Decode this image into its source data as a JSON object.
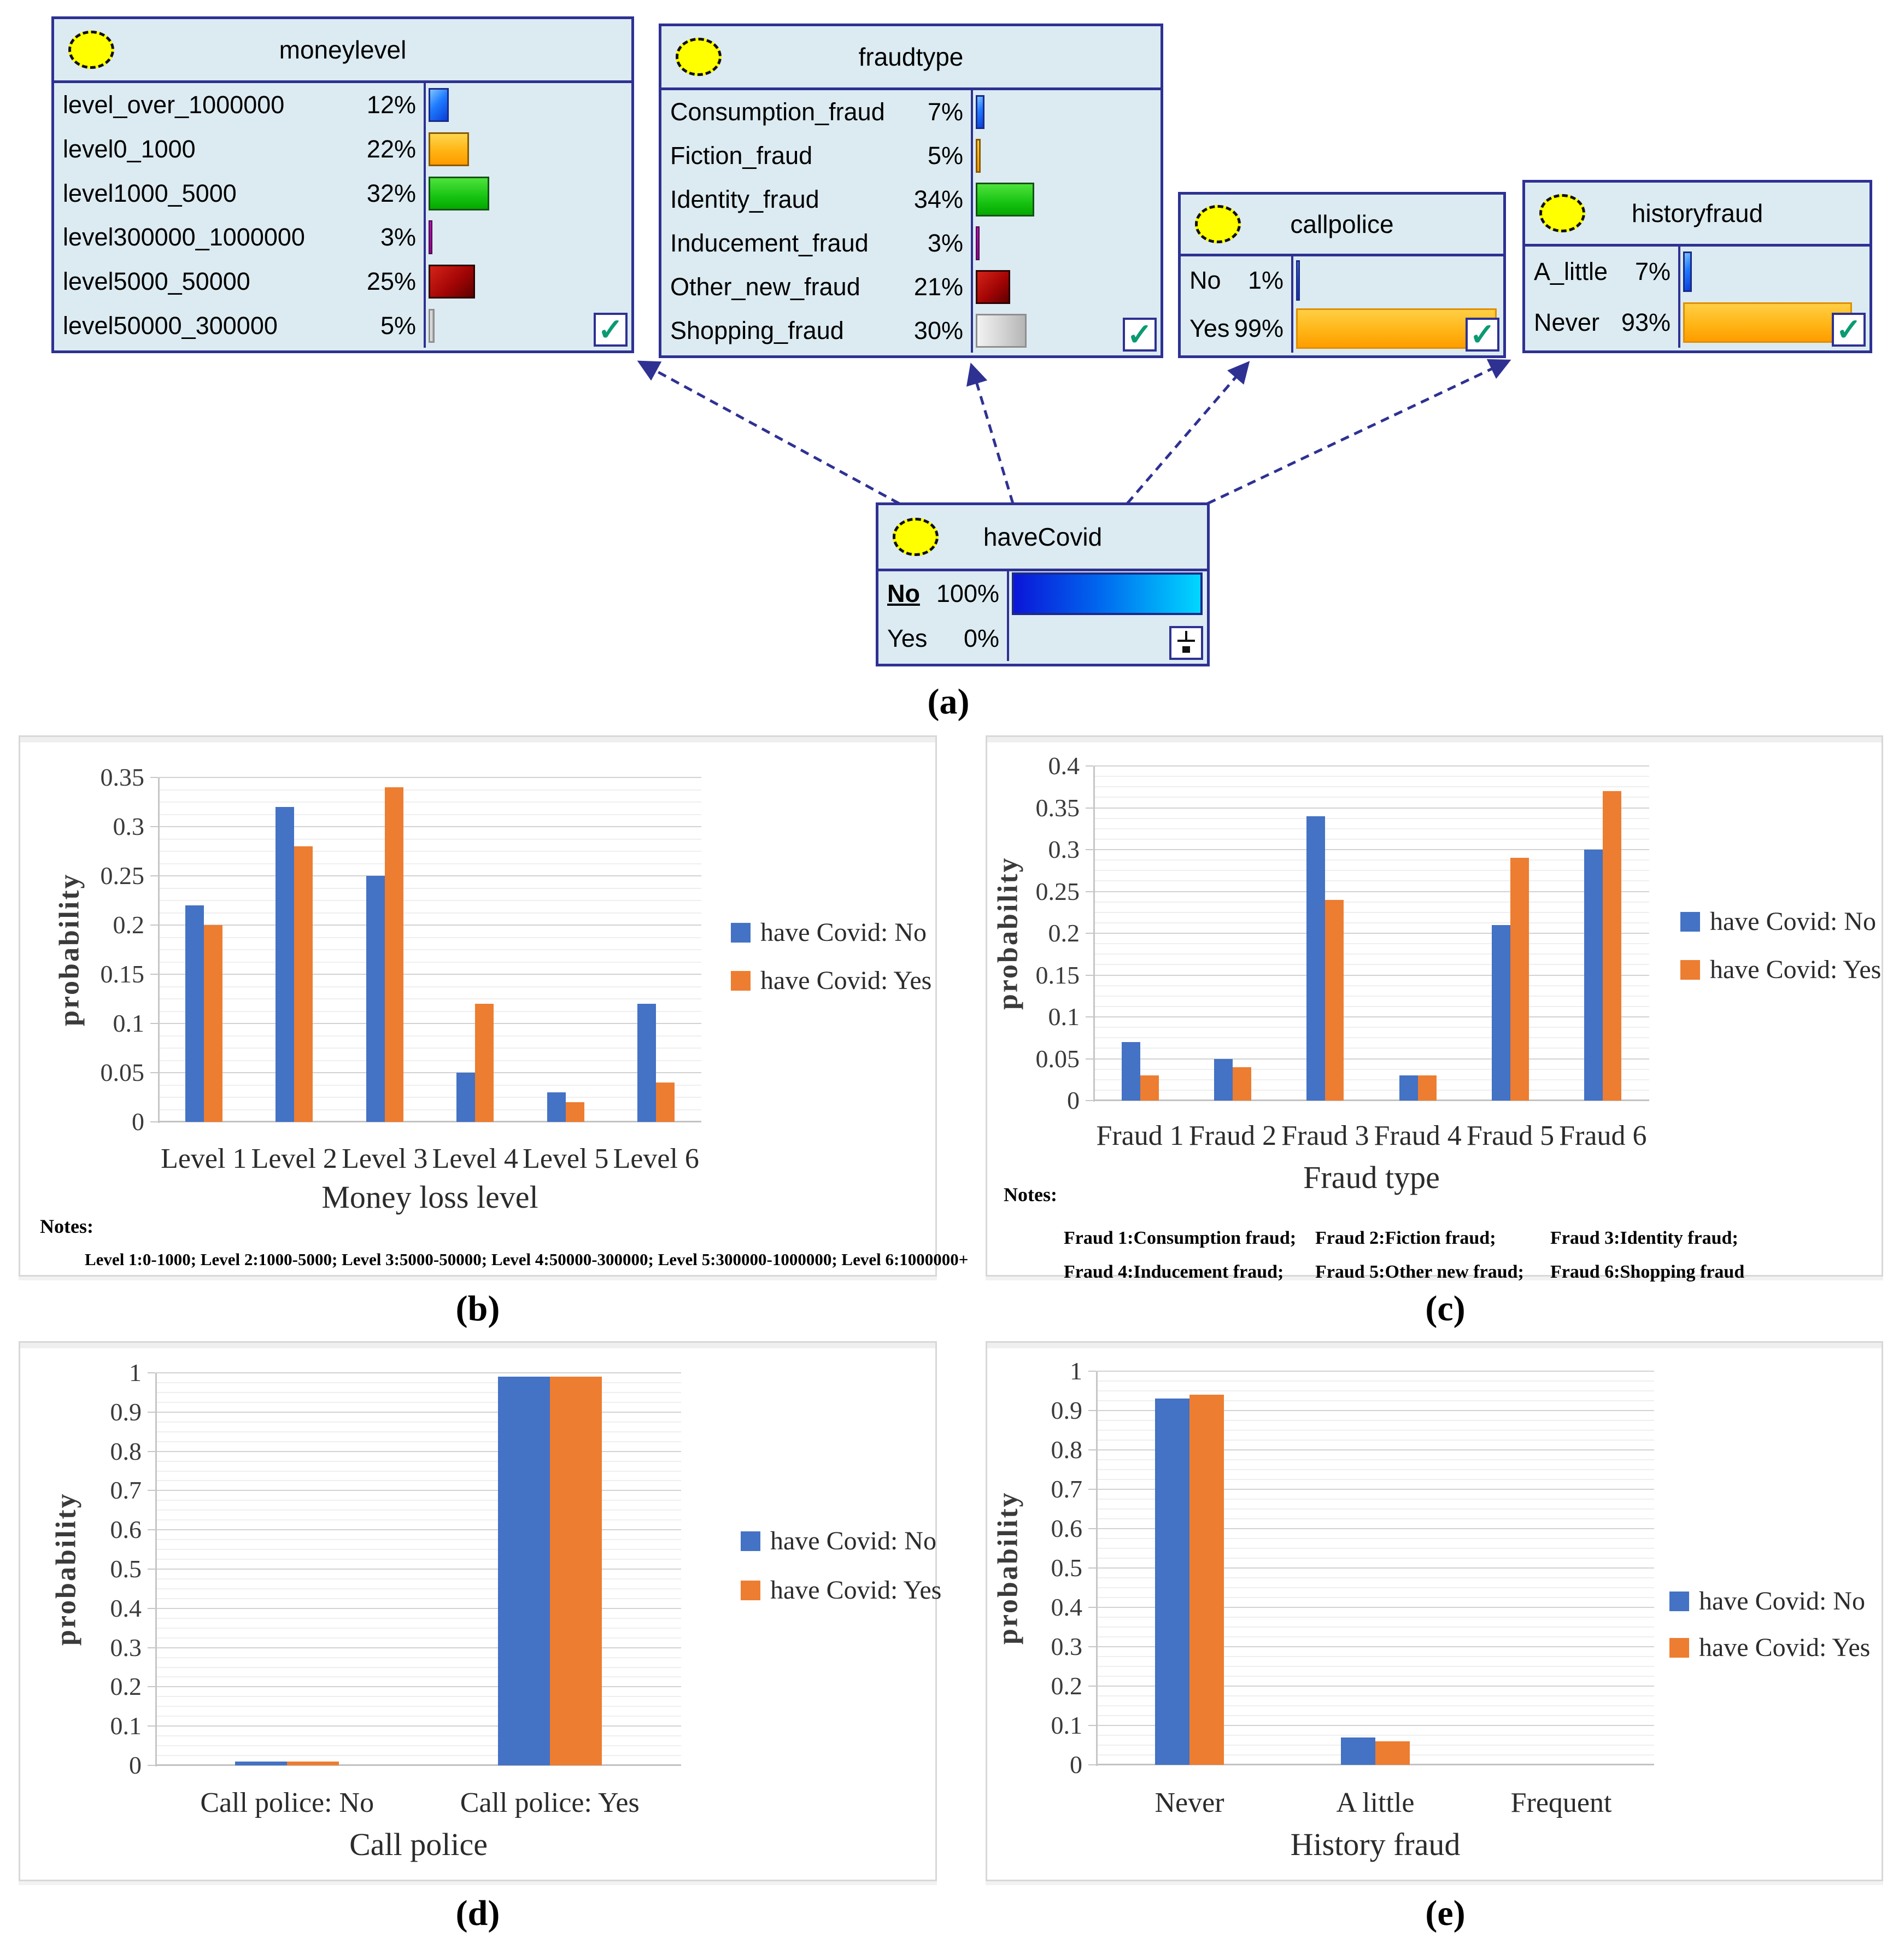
{
  "icons": {
    "check": "✓"
  },
  "network": {
    "panel_label": "(a)",
    "node_bg_color": "#dcebf2",
    "node_border_color": "#2e3192",
    "nodes": [
      {
        "id": "moneylevel",
        "title": "moneylevel",
        "corner_icon": "check-icon",
        "rows": [
          {
            "label": "level_over_1000000",
            "pct": "12%",
            "value": 12,
            "color": "blue"
          },
          {
            "label": "level0_1000",
            "pct": "22%",
            "value": 22,
            "color": "orange"
          },
          {
            "label": "level1000_5000",
            "pct": "32%",
            "value": 32,
            "color": "green"
          },
          {
            "label": "level300000_1000000",
            "pct": "3%",
            "value": 3,
            "color": "purple"
          },
          {
            "label": "level5000_50000",
            "pct": "25%",
            "value": 25,
            "color": "darkred"
          },
          {
            "label": "level50000_300000",
            "pct": "5%",
            "value": 5,
            "color": "silver"
          }
        ]
      },
      {
        "id": "fraudtype",
        "title": "fraudtype",
        "corner_icon": "check-icon",
        "rows": [
          {
            "label": "Consumption_fraud",
            "pct": "7%",
            "value": 7,
            "color": "blue"
          },
          {
            "label": "Fiction_fraud",
            "pct": "5%",
            "value": 5,
            "color": "orange"
          },
          {
            "label": "Identity_fraud",
            "pct": "34%",
            "value": 34,
            "color": "green"
          },
          {
            "label": "Inducement_fraud",
            "pct": "3%",
            "value": 3,
            "color": "purple"
          },
          {
            "label": "Other_new_fraud",
            "pct": "21%",
            "value": 21,
            "color": "darkred"
          },
          {
            "label": "Shopping_fraud",
            "pct": "30%",
            "value": 30,
            "color": "silver"
          }
        ]
      },
      {
        "id": "callpolice",
        "title": "callpolice",
        "corner_icon": "check-icon",
        "rows": [
          {
            "label": "No",
            "pct": "1%",
            "value": 1,
            "color": "blue"
          },
          {
            "label": "Yes",
            "pct": "99%",
            "value": 99,
            "color": "bigorange"
          }
        ]
      },
      {
        "id": "historyfraud",
        "title": "historyfraud",
        "corner_icon": "check-icon",
        "rows": [
          {
            "label": "A_little",
            "pct": "7%",
            "value": 7,
            "color": "blue"
          },
          {
            "label": "Never",
            "pct": "93%",
            "value": 93,
            "color": "bigorange"
          }
        ]
      },
      {
        "id": "havecovid",
        "title": "haveCovid",
        "corner_icon": "ground-icon",
        "rows": [
          {
            "label": "No",
            "pct": "100%",
            "value": 100,
            "color": "bluecyan",
            "underline": true
          },
          {
            "label": "Yes",
            "pct": "0%",
            "value": 0,
            "color": "none"
          }
        ]
      }
    ]
  },
  "chart_data": [
    {
      "type": "bar",
      "panel_label": "(b)",
      "title": "",
      "ylabel": "probability",
      "xlabel": "Money loss level",
      "ylim": [
        0,
        0.35
      ],
      "ymajor": 0.05,
      "grid": true,
      "legend_position": "right",
      "yticks": [
        "0",
        "0.05",
        "0.1",
        "0.15",
        "0.2",
        "0.25",
        "0.3",
        "0.35"
      ],
      "categories": [
        "Level 1",
        "Level 2",
        "Level 3",
        "Level 4",
        "Level 5",
        "Level 6"
      ],
      "series": [
        {
          "name": "have Covid: No",
          "color": "#4472C4",
          "values": [
            0.22,
            0.32,
            0.25,
            0.05,
            0.03,
            0.12
          ]
        },
        {
          "name": "have Covid: Yes",
          "color": "#ED7D31",
          "values": [
            0.2,
            0.28,
            0.34,
            0.12,
            0.02,
            0.04
          ]
        }
      ],
      "notes_title": "Notes:",
      "notes_lines": [
        [
          "Level 1:0-1000;   Level 2:1000-5000;   Level 3:5000-50000;   Level 4:50000-300000;   Level 5:300000-1000000;  Level 6:1000000+"
        ]
      ]
    },
    {
      "type": "bar",
      "panel_label": "(c)",
      "title": "",
      "ylabel": "probability",
      "xlabel": "Fraud type",
      "ylim": [
        0,
        0.4
      ],
      "ymajor": 0.05,
      "grid": true,
      "legend_position": "right",
      "yticks": [
        "0",
        "0.05",
        "0.1",
        "0.15",
        "0.2",
        "0.25",
        "0.3",
        "0.35",
        "0.4"
      ],
      "categories": [
        "Fraud 1",
        "Fraud 2",
        "Fraud 3",
        "Fraud 4",
        "Fraud 5",
        "Fraud 6"
      ],
      "series": [
        {
          "name": "have Covid: No",
          "color": "#4472C4",
          "values": [
            0.07,
            0.05,
            0.34,
            0.03,
            0.21,
            0.3
          ]
        },
        {
          "name": "have Covid: Yes",
          "color": "#ED7D31",
          "values": [
            0.03,
            0.04,
            0.24,
            0.03,
            0.29,
            0.37
          ]
        }
      ],
      "notes_title": "Notes:",
      "notes_lines": [
        [
          "Fraud 1:Consumption fraud;",
          "Fraud 2:Fiction fraud;",
          "Fraud 3:Identity fraud;"
        ],
        [
          "Fraud 4:Inducement fraud;",
          "Fraud 5:Other new fraud;",
          "Fraud 6:Shopping fraud"
        ]
      ]
    },
    {
      "type": "bar",
      "panel_label": "(d)",
      "title": "",
      "ylabel": "probability",
      "xlabel": "Call police",
      "ylim": [
        0,
        1
      ],
      "ymajor": 0.1,
      "grid": true,
      "legend_position": "right",
      "yticks": [
        "0",
        "0.1",
        "0.2",
        "0.3",
        "0.4",
        "0.5",
        "0.6",
        "0.7",
        "0.8",
        "0.9",
        "1"
      ],
      "categories": [
        "Call police: No",
        "Call police: Yes"
      ],
      "series": [
        {
          "name": "have Covid: No",
          "color": "#4472C4",
          "values": [
            0.01,
            0.99
          ]
        },
        {
          "name": "have Covid: Yes",
          "color": "#ED7D31",
          "values": [
            0.01,
            0.99
          ]
        }
      ],
      "notes_title": "",
      "notes_lines": []
    },
    {
      "type": "bar",
      "panel_label": "(e)",
      "title": "",
      "ylabel": "probability",
      "xlabel": "History fraud",
      "ylim": [
        0,
        1
      ],
      "ymajor": 0.1,
      "grid": true,
      "legend_position": "right",
      "yticks": [
        "0",
        "0.1",
        "0.2",
        "0.3",
        "0.4",
        "0.5",
        "0.6",
        "0.7",
        "0.8",
        "0.9",
        "1"
      ],
      "categories": [
        "Never",
        "A little",
        "Frequent"
      ],
      "series": [
        {
          "name": "have Covid: No",
          "color": "#4472C4",
          "values": [
            0.93,
            0.07,
            0
          ]
        },
        {
          "name": "have Covid: Yes",
          "color": "#ED7D31",
          "values": [
            0.94,
            0.06,
            0
          ]
        }
      ],
      "notes_title": "",
      "notes_lines": []
    }
  ]
}
